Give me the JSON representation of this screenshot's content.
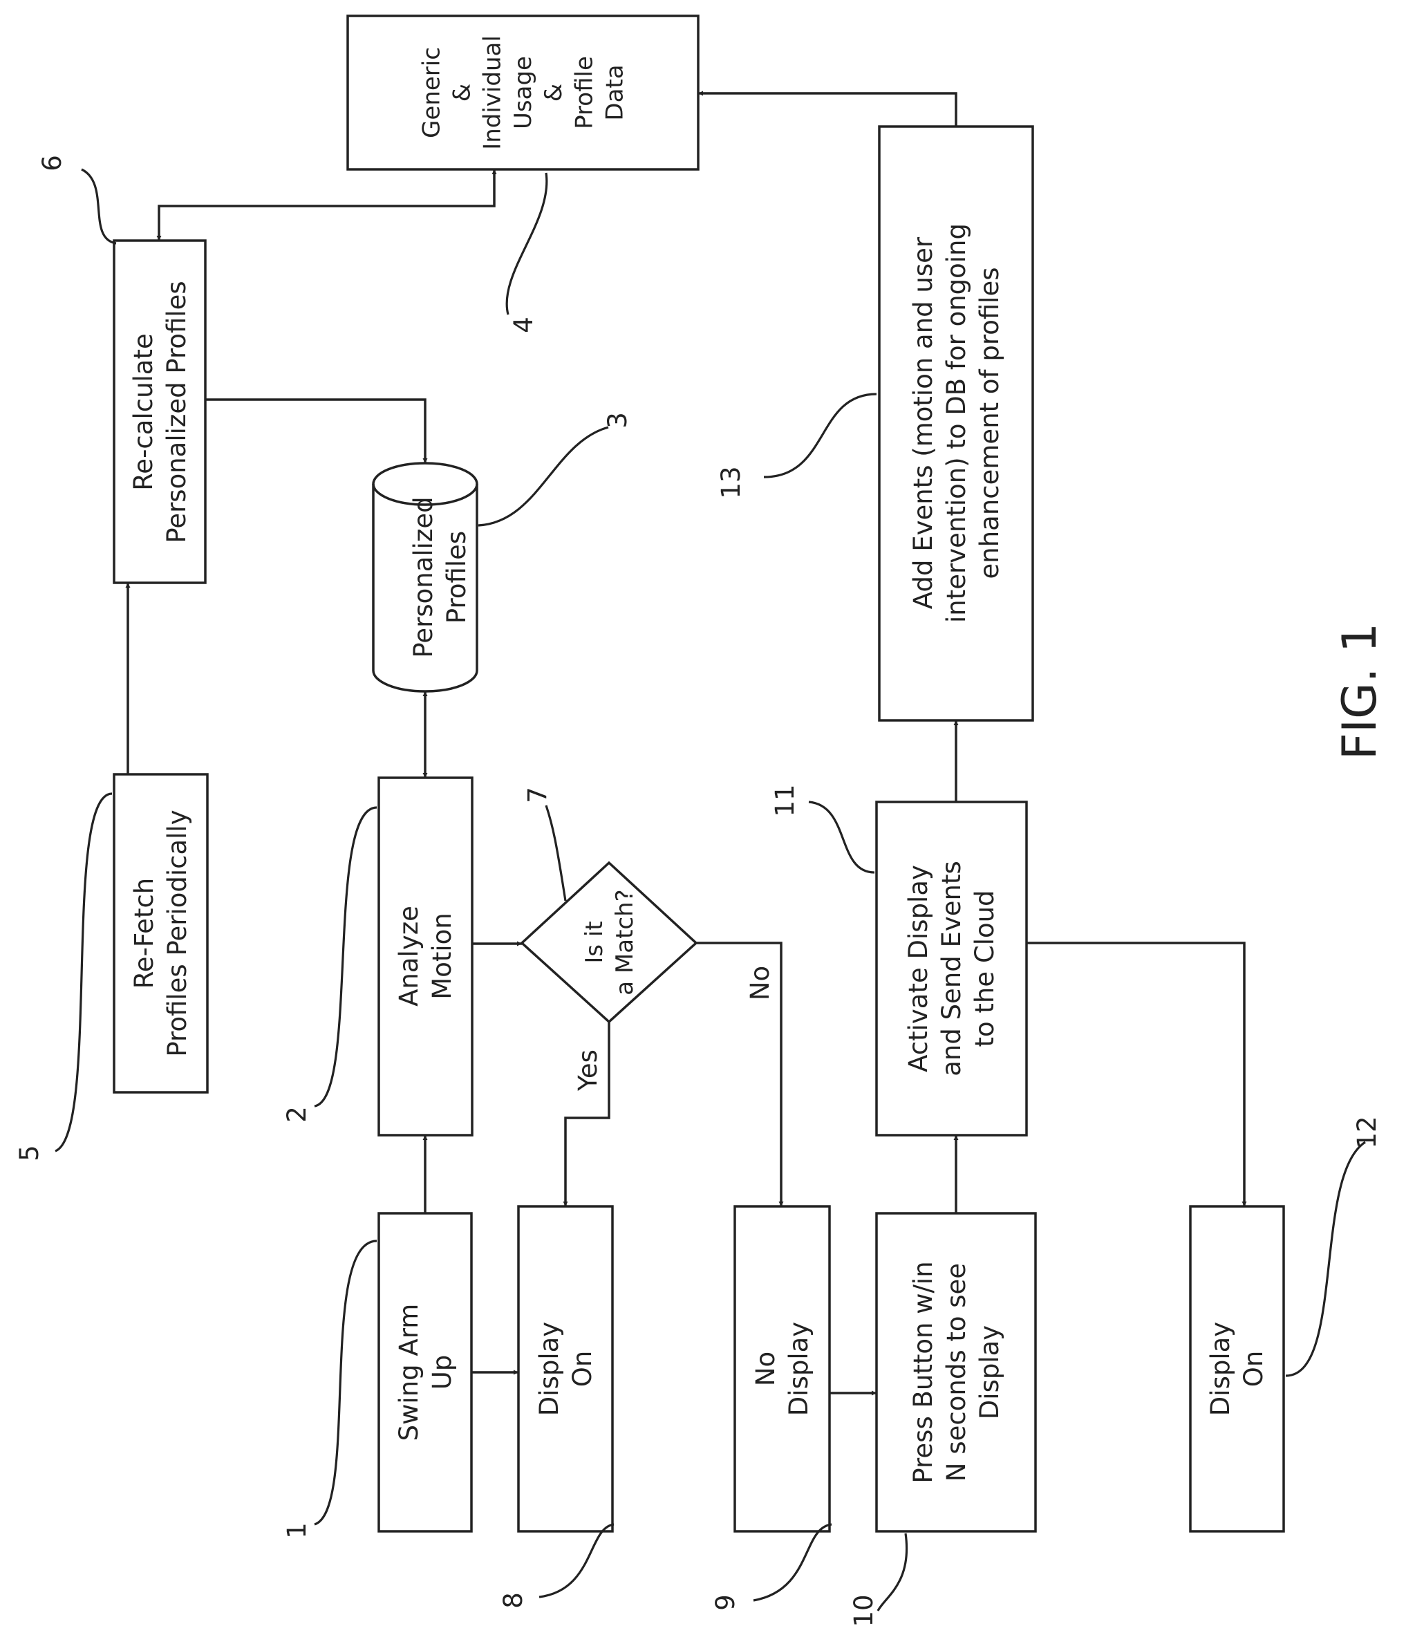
{
  "nodes": {
    "n1": {
      "lines": [
        "Swing Arm",
        "Up"
      ]
    },
    "n2": {
      "lines": [
        "Analyze",
        "Motion"
      ]
    },
    "n3": {
      "lines": [
        "Personalized",
        "Profiles"
      ]
    },
    "n4": {
      "lines": [
        "Generic",
        "&",
        "Individual",
        "Usage",
        "&",
        "Profile",
        "Data"
      ]
    },
    "n5": {
      "lines": [
        "Re-Fetch",
        "Profiles Periodically"
      ]
    },
    "n6": {
      "lines": [
        "Re-calculate",
        "Personalized Profiles"
      ]
    },
    "n7": {
      "lines": [
        "Is it",
        "a Match?"
      ]
    },
    "n8": {
      "lines": [
        "Display",
        "On"
      ]
    },
    "n9": {
      "lines": [
        "No",
        "Display"
      ]
    },
    "n10": {
      "lines": [
        "Press Button w/in",
        "N seconds to see",
        "Display"
      ]
    },
    "n11": {
      "lines": [
        "Activate Display",
        "and Send Events",
        "to the Cloud"
      ]
    },
    "n12": {
      "lines": [
        "Display",
        "On"
      ]
    },
    "n13": {
      "lines": [
        "Add Events (motion and user",
        "intervention) to DB for ongoing",
        "enhancement of profiles"
      ]
    }
  },
  "edge_labels": {
    "yes": "Yes",
    "no": "No"
  },
  "refs": {
    "r1": "1",
    "r2": "2",
    "r3": "3",
    "r4": "4",
    "r5": "5",
    "r6": "6",
    "r7": "7",
    "r8": "8",
    "r9": "9",
    "r10": "10",
    "r11": "11",
    "r12": "12",
    "r13": "13"
  },
  "figure_label": "FIG. 1"
}
